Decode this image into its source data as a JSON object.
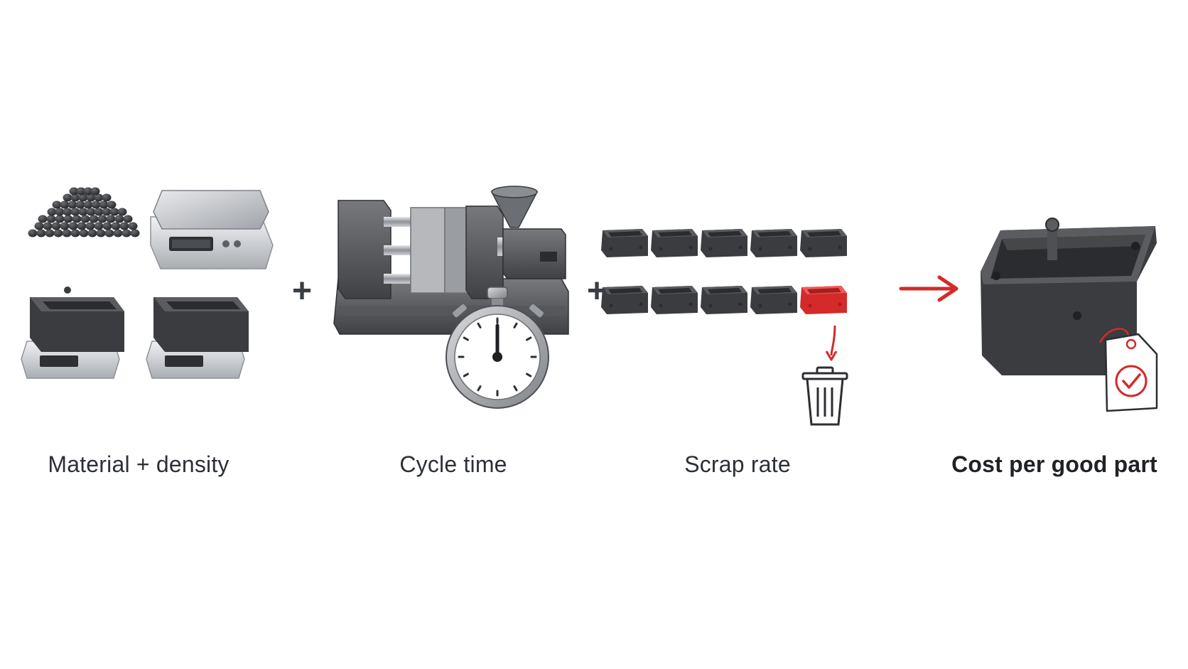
{
  "steps": [
    {
      "id": "material",
      "label": "Material + density",
      "emphasis": false
    },
    {
      "id": "cycle",
      "label": "Cycle time",
      "emphasis": false
    },
    {
      "id": "scrap",
      "label": "Scrap rate",
      "emphasis": false
    },
    {
      "id": "result",
      "label": "Cost per good part",
      "emphasis": true
    }
  ],
  "operators": {
    "plus_1": "+",
    "plus_2": "+"
  },
  "colors": {
    "part_dark": "#3a3c40",
    "scrap_red": "#d42a2a",
    "text": "#2c3036",
    "metal": "#c9ccd0"
  },
  "icons": {
    "material": "pellets-and-scales-icon",
    "cycle": "injection-machine-stopwatch-icon",
    "scrap": "parts-grid-trash-icon",
    "arrow": "arrow-right-icon",
    "result": "part-with-price-tag-icon"
  }
}
